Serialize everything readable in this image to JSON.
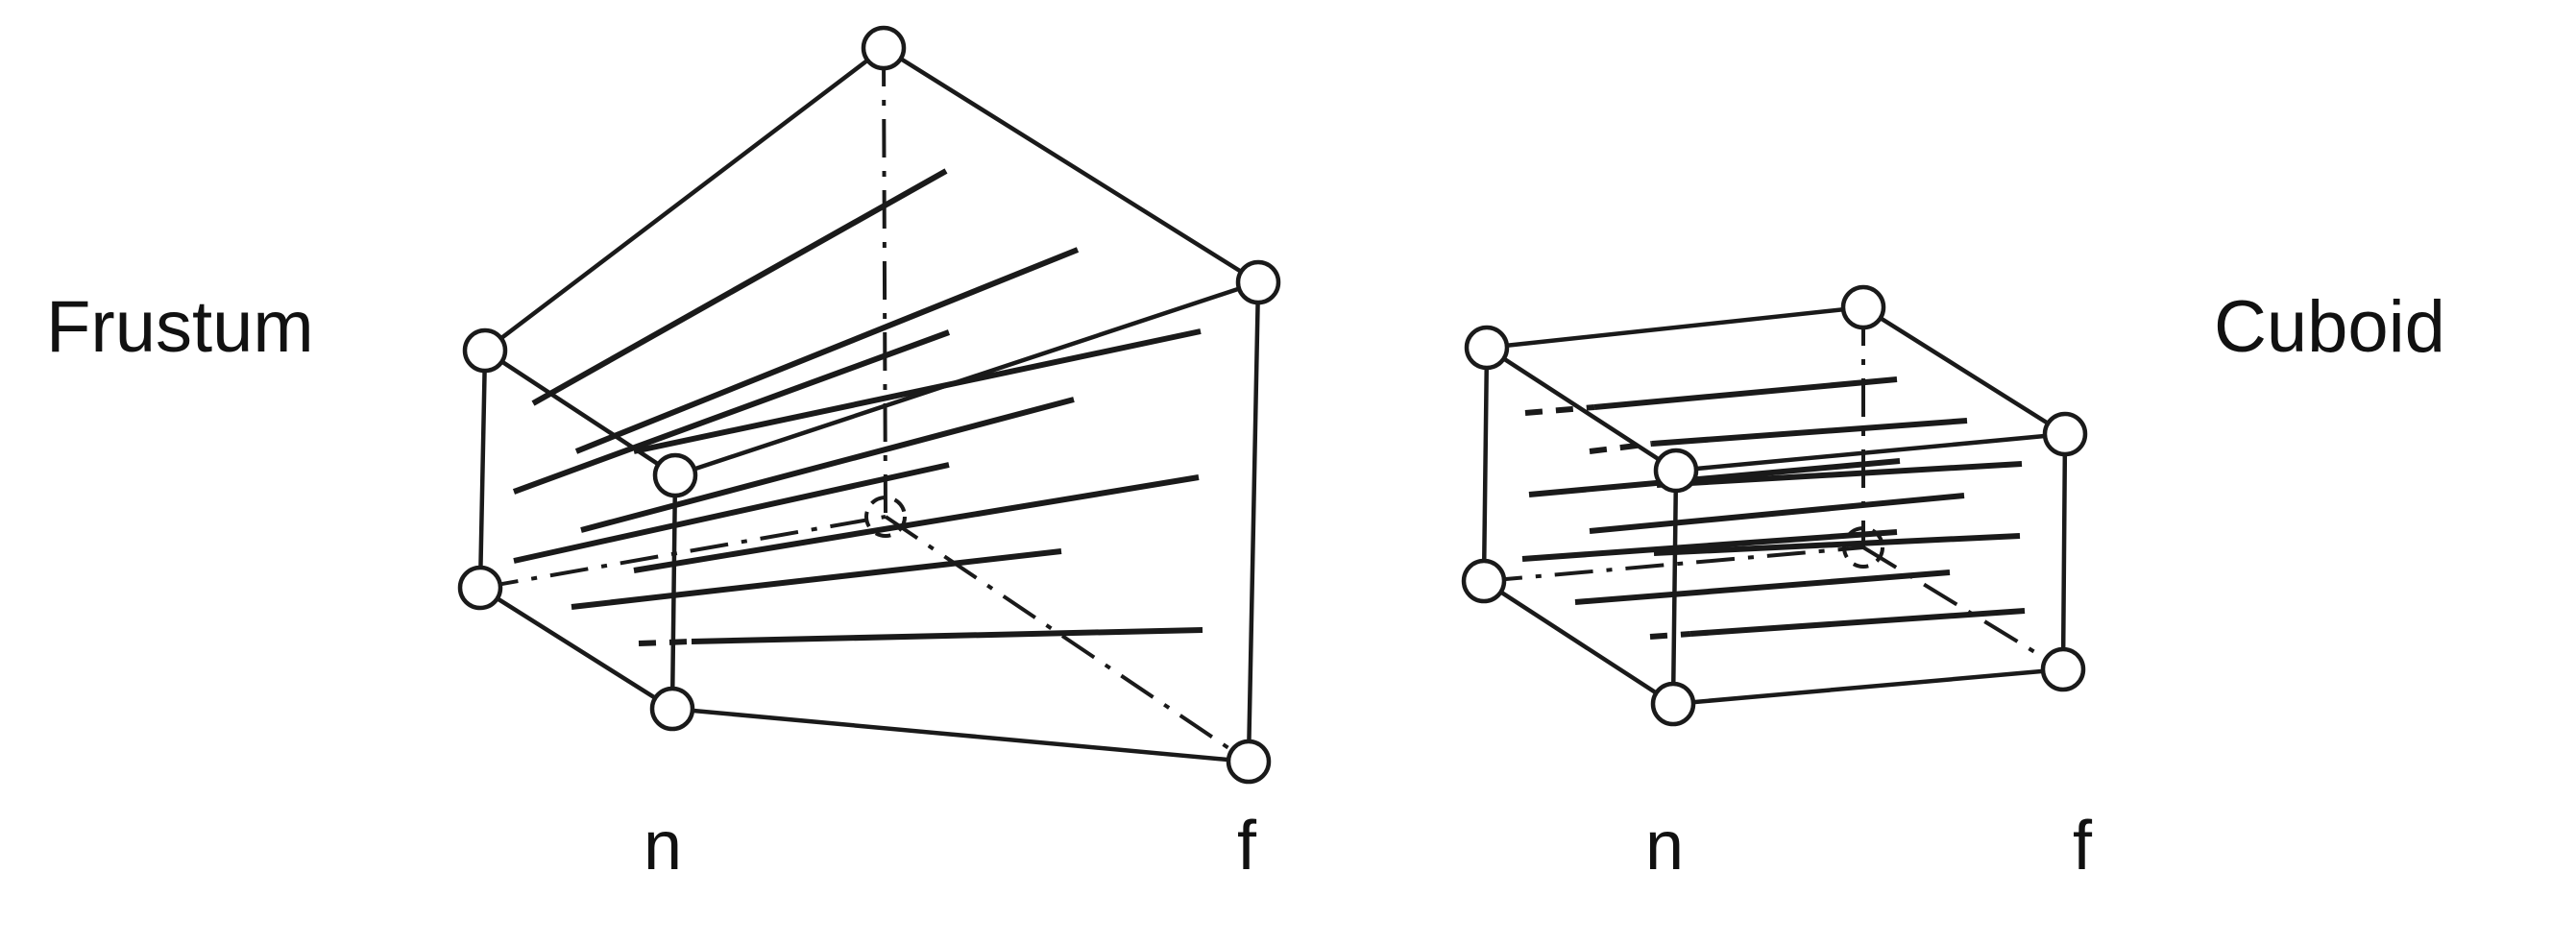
{
  "labels": {
    "frustum": "Frustum",
    "cuboid": "Cuboid",
    "frustum_near": "n",
    "frustum_far": "f",
    "cuboid_near": "n",
    "cuboid_far": "f"
  },
  "icons": {
    "vertex": "circle-vertex-icon"
  },
  "colors": {
    "line": "#1a1a1a",
    "background": "#ffffff"
  }
}
